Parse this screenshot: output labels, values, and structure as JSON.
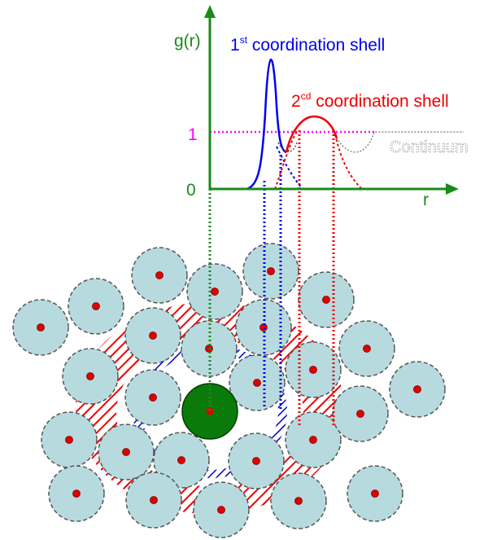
{
  "colors": {
    "axis": "#1a8a1a",
    "first_shell": "#0000ee",
    "second_shell": "#ee0000",
    "unity_line": "#ff00ff",
    "continuum": "#888888",
    "atom_fill": "#b7dadf",
    "atom_center": "#e00000",
    "central_atom": "#0a7a0a"
  },
  "plot": {
    "y_axis_label": "g(r)",
    "x_axis_label": "r",
    "tick_one": "1",
    "tick_zero": "0",
    "first_shell_label": {
      "prefix": "1",
      "superscript": "st",
      "text": " coordination shell"
    },
    "second_shell_label": {
      "prefix": "2",
      "superscript": "cd",
      "text": " coordination shell"
    },
    "continuum_label": "Continuum"
  }
}
